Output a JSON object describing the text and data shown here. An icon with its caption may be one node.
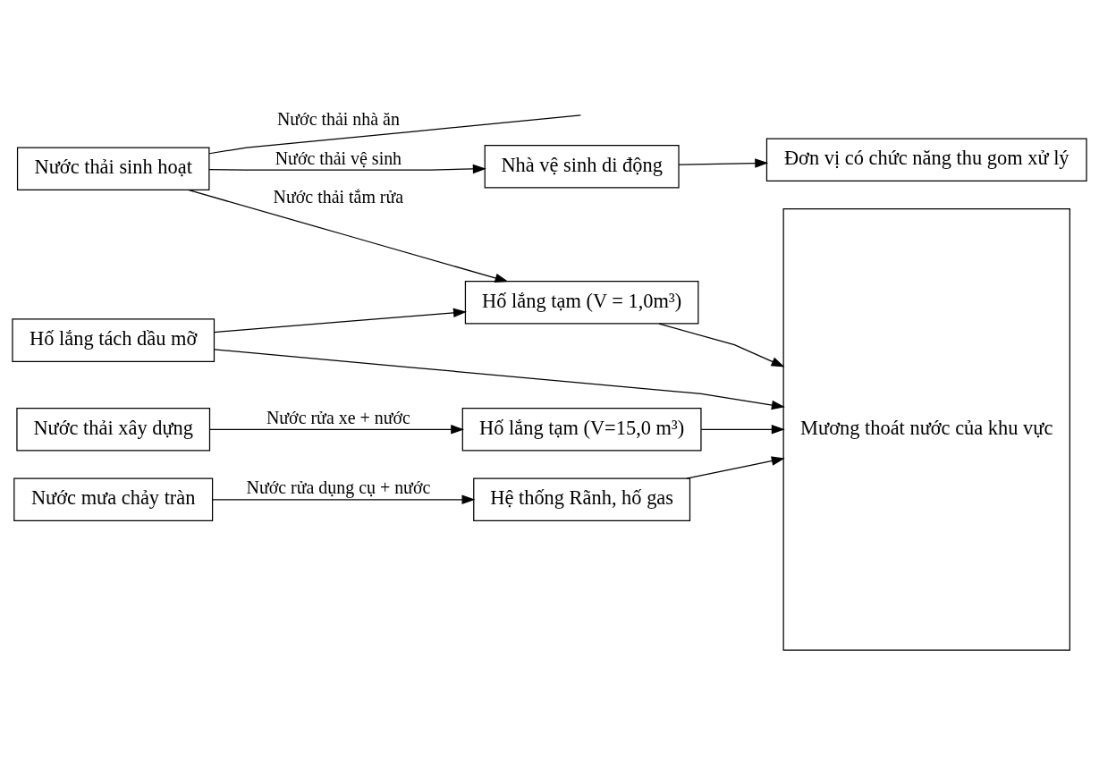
{
  "diagram": {
    "nodes": [
      {
        "text": [
          "Nước thải sinh hoạt"
        ]
      },
      {
        "text": [
          "Nước thải xây dựng"
        ]
      },
      {
        "text": [
          "Nước mưa chảy tràn"
        ]
      },
      {
        "text": [
          "Nhà vệ sinh di động"
        ]
      },
      {
        "text": [
          "Đơn vị có chức năng thu gom xử lý"
        ]
      },
      {
        "text": [
          "Hố lắng tách dầu mỡ"
        ]
      },
      {
        "text": [
          "Hố lắng tạm (V = 1,0m³)"
        ]
      },
      {
        "text": [
          "Hố lắng tạm (V=15,0 m³)"
        ]
      },
      {
        "text": [
          "Hệ thống Rãnh, hố gas"
        ]
      },
      {
        "text": [
          "Mương thoát nước của khu vực"
        ]
      }
    ],
    "edges": [
      {
        "from": 0,
        "to": 3,
        "arrow": "to",
        "label": "Nước thải vệ sinh"
      },
      {
        "from": 0,
        "to": null,
        "arrow": "none",
        "label": "Nước thải nhà ăn"
      },
      {
        "from": 0,
        "to": 6,
        "arrow": "to",
        "label": "Nước thải tắm rửa"
      },
      {
        "from": 3,
        "to": 4,
        "arrow": "to"
      },
      {
        "from": 5,
        "to": 9,
        "arrow": "to"
      },
      {
        "from": 5,
        "to": 6,
        "arrow": "to"
      },
      {
        "from": 6,
        "to": 9,
        "arrow": "to"
      },
      {
        "from": 1,
        "to": 7,
        "arrow": "to",
        "label": "Nước rửa xe + nước"
      },
      {
        "from": 7,
        "to": 9,
        "arrow": "to"
      },
      {
        "from": 2,
        "to": 8,
        "arrow": "to",
        "label": "Nước rửa dụng cụ + nước"
      },
      {
        "from": 8,
        "to": 9,
        "arrow": "to"
      }
    ]
  }
}
